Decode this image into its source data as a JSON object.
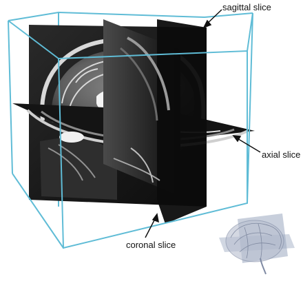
{
  "labels": {
    "sagittal": "sagittal slice",
    "axial": "axial slice",
    "coronal": "coronal slice"
  },
  "colors": {
    "box_outline": "#5fbcd6",
    "slice_dark": "#111111",
    "tissue_light": "#d8d8d8",
    "ventricle": "#f4f4f4",
    "inset_plane": "#9aa7bf",
    "inset_brain": "#b9bfd0"
  },
  "icons": {
    "inset": "brain-wireframe-icon"
  }
}
